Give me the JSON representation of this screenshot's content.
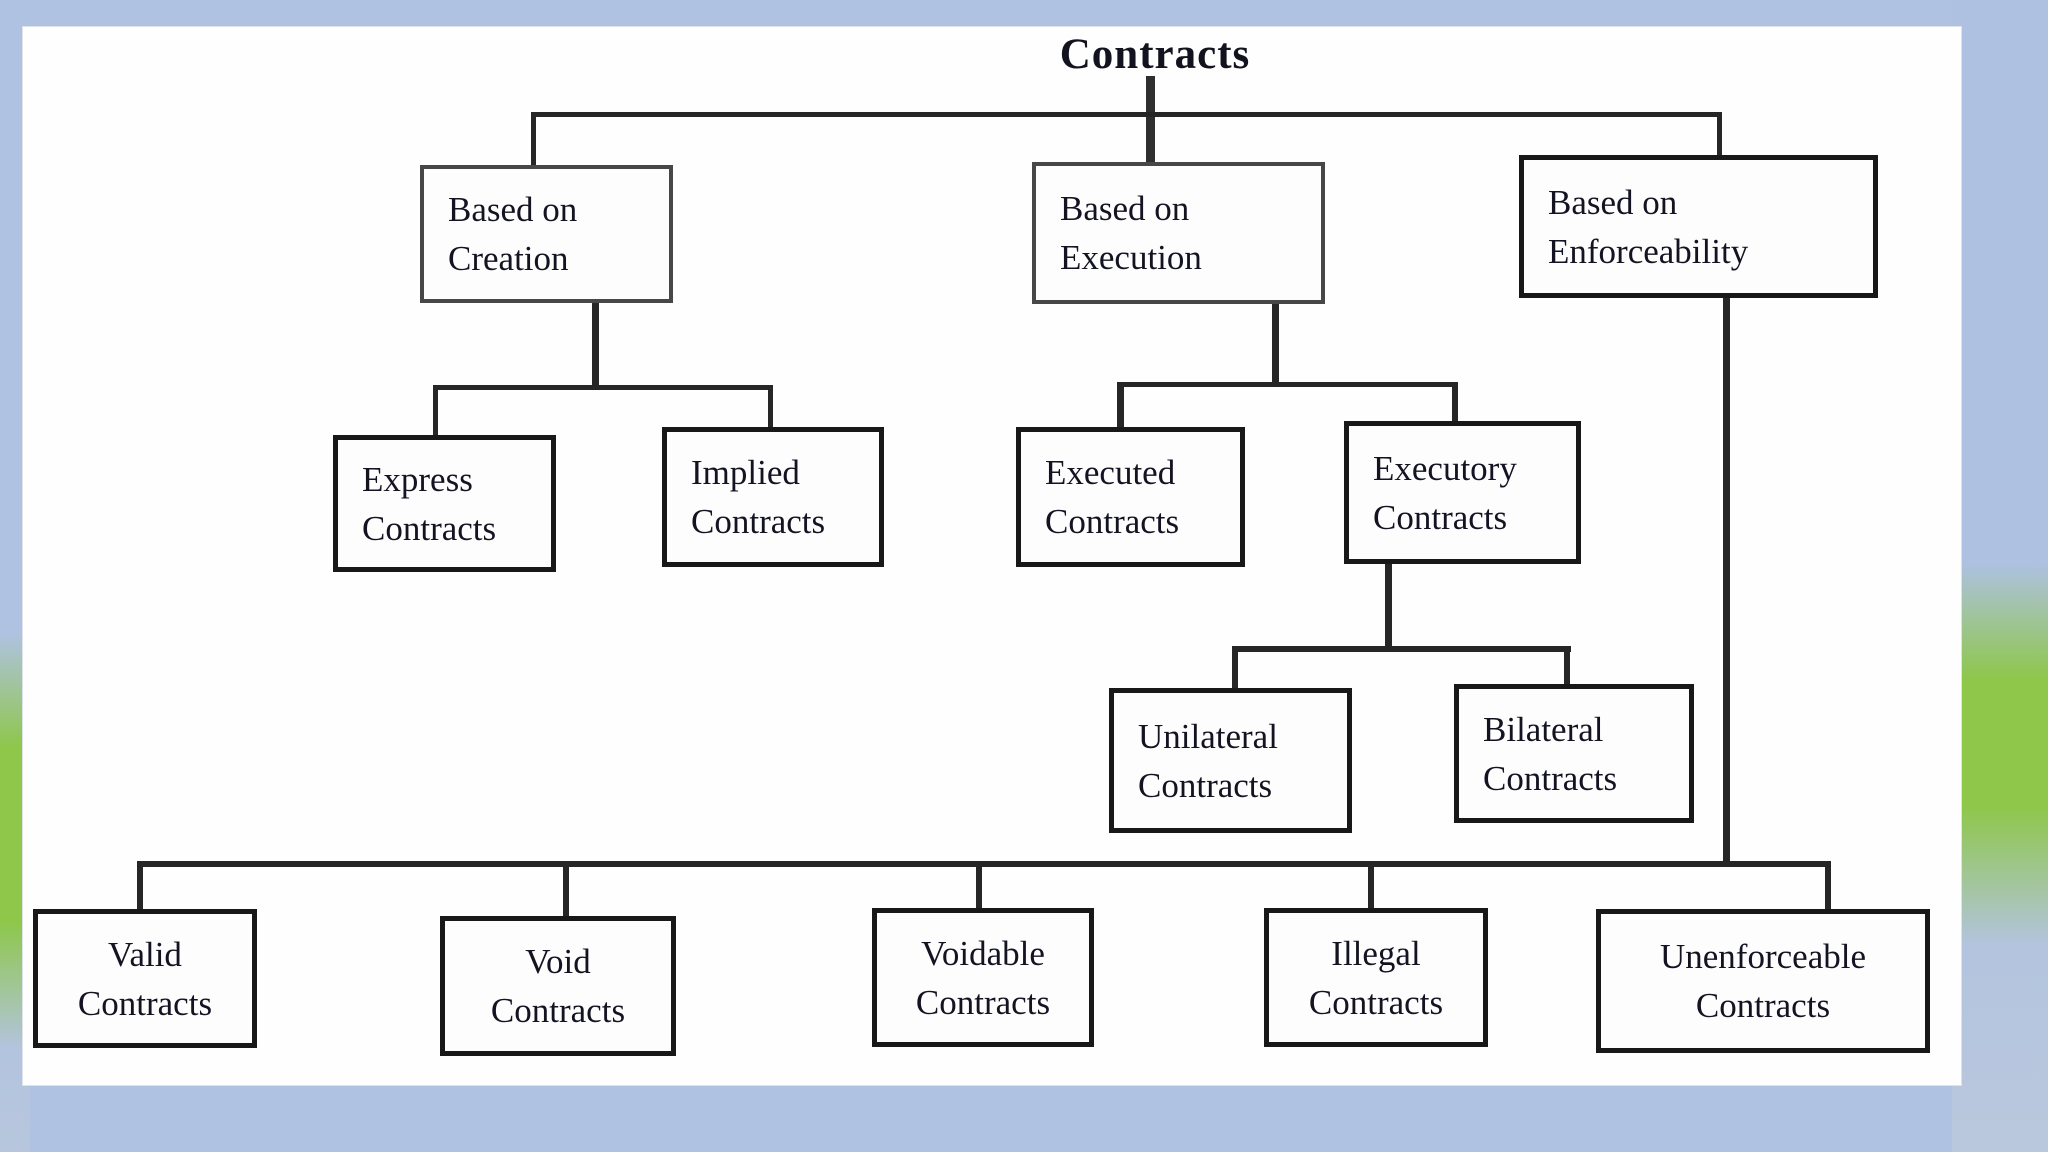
{
  "diagram": {
    "title": "Contracts",
    "nodes": {
      "creation": {
        "label": "Based on\nCreation"
      },
      "execution": {
        "label": "Based on\nExecution"
      },
      "enforceability": {
        "label": "Based on\nEnforceability"
      },
      "express": {
        "label": "Express\nContracts"
      },
      "implied": {
        "label": "Implied\nContracts"
      },
      "executed": {
        "label": "Executed\nContracts"
      },
      "executory": {
        "label": "Executory\nContracts"
      },
      "unilateral": {
        "label": "Unilateral\nContracts"
      },
      "bilateral": {
        "label": "Bilateral\nContracts"
      },
      "valid": {
        "label": "Valid\nContracts"
      },
      "void": {
        "label": "Void\nContracts"
      },
      "voidable": {
        "label": "Voidable\nContracts"
      },
      "illegal": {
        "label": "Illegal\nContracts"
      },
      "unenforceable": {
        "label": "Unenforceable\nContracts"
      }
    },
    "colors": {
      "background_blue": "#b0c2e1",
      "accent_green": "#8ec74a",
      "panel_white": "#fefefe",
      "box_border": "#181818",
      "text": "#131322"
    }
  }
}
